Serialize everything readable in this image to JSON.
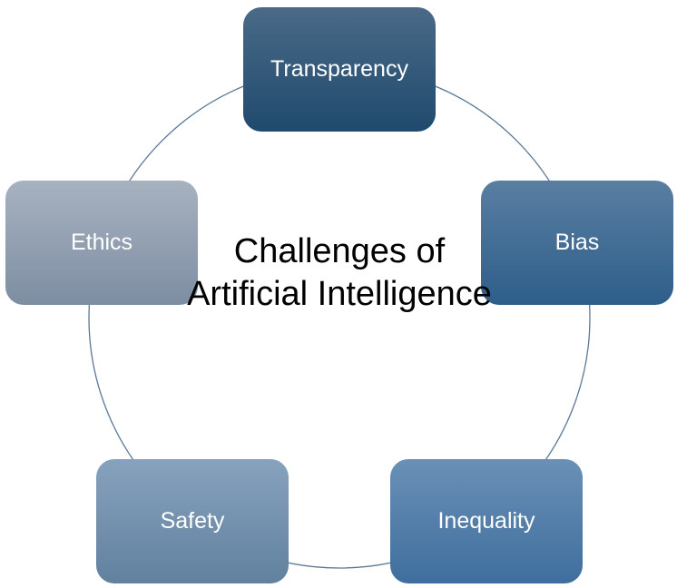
{
  "title": "Challenges of Artificial Intelligence",
  "nodes": [
    {
      "label": "Transparency"
    },
    {
      "label": "Bias"
    },
    {
      "label": "Inequality"
    },
    {
      "label": "Safety"
    },
    {
      "label": "Ethics"
    }
  ],
  "colors": {
    "ring": "#4a6a88"
  }
}
